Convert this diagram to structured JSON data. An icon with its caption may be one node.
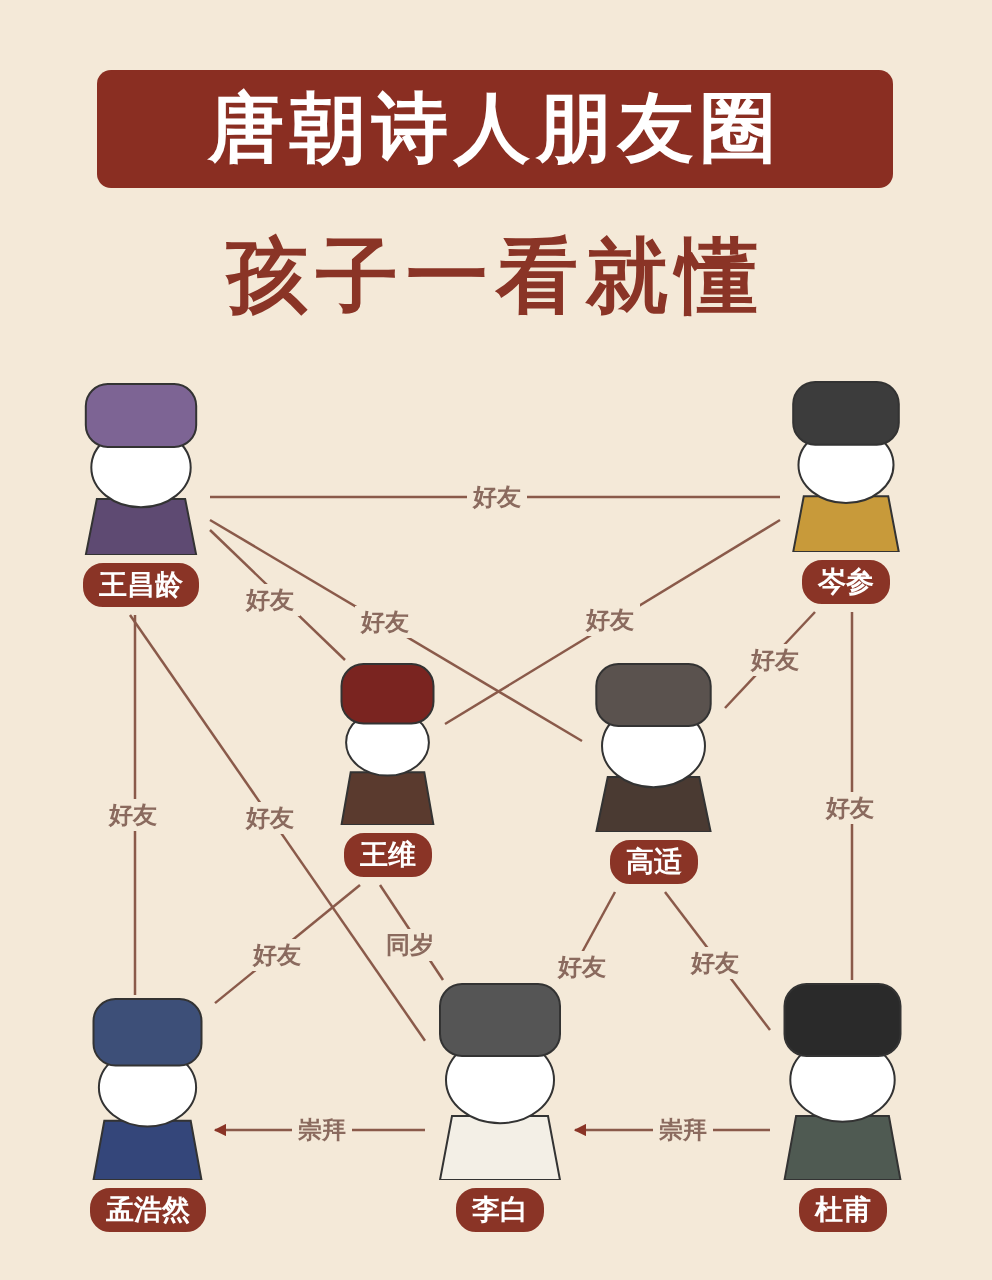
{
  "diagram": {
    "title": "唐朝诗人朋友圈",
    "nodes": [
      {
        "text": [
          "王昌龄"
        ]
      },
      {
        "text": [
          "岑参"
        ]
      },
      {
        "text": [
          "王维"
        ]
      },
      {
        "text": [
          "高适"
        ]
      },
      {
        "text": [
          "孟浩然"
        ]
      },
      {
        "text": [
          "李白"
        ]
      },
      {
        "text": [
          "杜甫"
        ]
      }
    ],
    "edges": [
      {
        "from": 0,
        "to": 1,
        "arrow": "none",
        "label": "好友"
      },
      {
        "from": 0,
        "to": 2,
        "arrow": "none",
        "label": "好友"
      },
      {
        "from": 0,
        "to": 3,
        "arrow": "none",
        "label": "好友"
      },
      {
        "from": 1,
        "to": 2,
        "arrow": "none",
        "label": "好友"
      },
      {
        "from": 1,
        "to": 3,
        "arrow": "none",
        "label": "好友"
      },
      {
        "from": 0,
        "to": 4,
        "arrow": "none",
        "label": "好友"
      },
      {
        "from": 0,
        "to": 5,
        "arrow": "none",
        "label": "好友"
      },
      {
        "from": 1,
        "to": 6,
        "arrow": "none",
        "label": "好友"
      },
      {
        "from": 2,
        "to": 4,
        "arrow": "none",
        "label": "好友"
      },
      {
        "from": 2,
        "to": 5,
        "arrow": "none",
        "label": "同岁"
      },
      {
        "from": 3,
        "to": 5,
        "arrow": "none",
        "label": "好友"
      },
      {
        "from": 3,
        "to": 6,
        "arrow": "none",
        "label": "好友"
      },
      {
        "from": 6,
        "to": 5,
        "arrow": "to",
        "label": "崇拜"
      },
      {
        "from": 5,
        "to": 4,
        "arrow": "to",
        "label": "崇拜"
      }
    ],
    "labels": [
      "孩子一看就懂"
    ]
  }
}
